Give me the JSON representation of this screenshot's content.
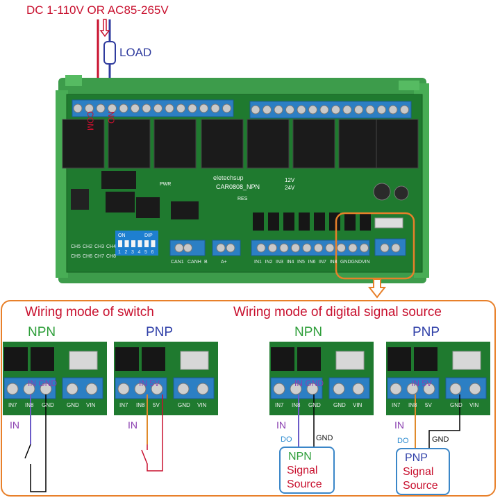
{
  "supply_label": "DC 1-110V OR AC85-265V",
  "load_label": "LOAD",
  "board": {
    "model": "CAR0808_NPN",
    "brand": "eletechsup",
    "v12": "12V",
    "v24": "24V",
    "pwr": "PWR",
    "com": "COM",
    "no": "NO",
    "res": "RES",
    "dip": "DIP",
    "on": "ON",
    "dip_nums": [
      "1",
      "2",
      "3",
      "4",
      "5",
      "6"
    ],
    "ch_row1": [
      "CH5",
      "CH2",
      "CH3",
      "CH4"
    ],
    "ch_row2": [
      "CH5",
      "CH6",
      "CH7",
      "CH8"
    ],
    "term_left": [
      "CAN1",
      "CANH",
      "B",
      "A+"
    ],
    "term_in": [
      "IN1",
      "IN2",
      "IN3",
      "IN4",
      "IN5",
      "IN6",
      "IN7",
      "IN8",
      "GND",
      "GND",
      "VIN"
    ]
  },
  "panel": {
    "switch_title": "Wiring mode of switch",
    "signal_title": "Wiring mode of digital signal source",
    "npn": "NPN",
    "pnp": "PNP",
    "in_gnd": "IN GND",
    "in_5v": "IN 5V",
    "in": "IN",
    "do": "DO",
    "gnd": "GND",
    "pins": [
      "IN7",
      "IN8",
      "GND",
      "GND",
      "VIN"
    ],
    "pins_5v": [
      "IN7",
      "IN8",
      "5V",
      "GND",
      "VIN"
    ],
    "npn_source": "NPN",
    "pnp_source": "PNP",
    "signal": "Signal",
    "source": "Source"
  }
}
